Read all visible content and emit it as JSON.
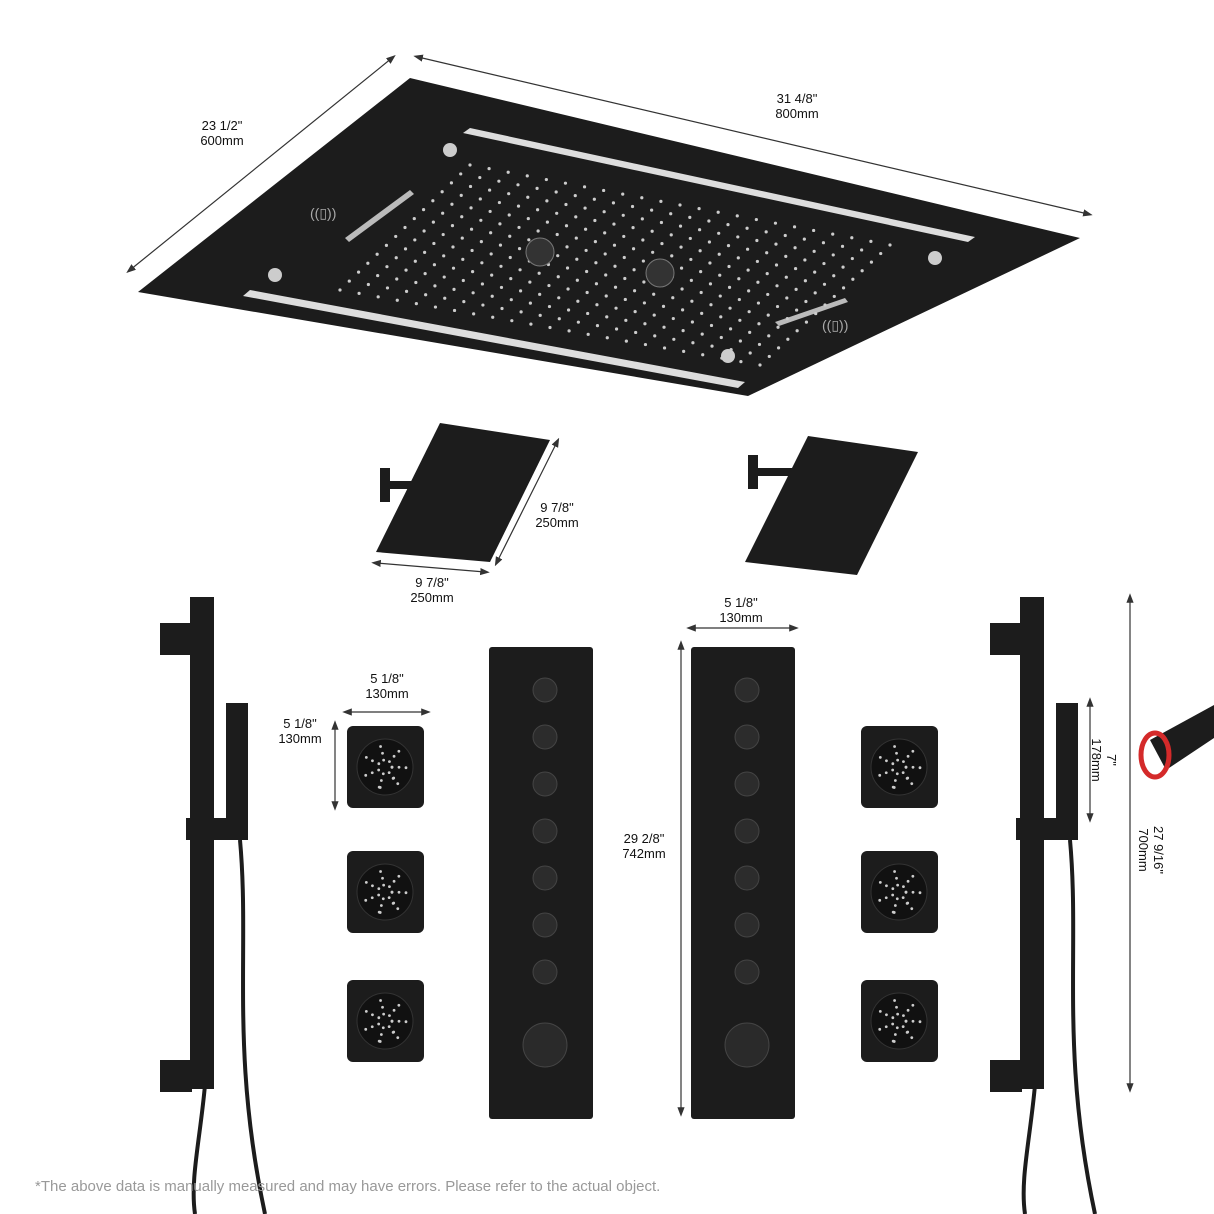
{
  "dimensions": {
    "ceiling_depth": {
      "inch": "23 1/2\"",
      "mm": "600mm"
    },
    "ceiling_width": {
      "inch": "31 4/8\"",
      "mm": "800mm"
    },
    "head_depth": {
      "inch": "9 7/8\"",
      "mm": "250mm"
    },
    "head_width": {
      "inch": "9 7/8\"",
      "mm": "250mm"
    },
    "panel_width": {
      "inch": "5 1/8\"",
      "mm": "130mm"
    },
    "jet_width": {
      "inch": "5 1/8\"",
      "mm": "130mm"
    },
    "jet_height": {
      "inch": "5 1/8\"",
      "mm": "130mm"
    },
    "panel_height": {
      "inch": "29 2/8\"",
      "mm": "742mm"
    },
    "handshower_length": {
      "inch": "7\"",
      "mm": "178mm"
    },
    "slidebar_height": {
      "inch": "27 9/16\"",
      "mm": "700mm"
    }
  },
  "footnote": "*The above data is manually measured and may have errors. Please refer to the actual object.",
  "colors": {
    "product": "#1c1c1c",
    "rotate_arrow": "#d42a2a",
    "footnote": "#999999"
  }
}
